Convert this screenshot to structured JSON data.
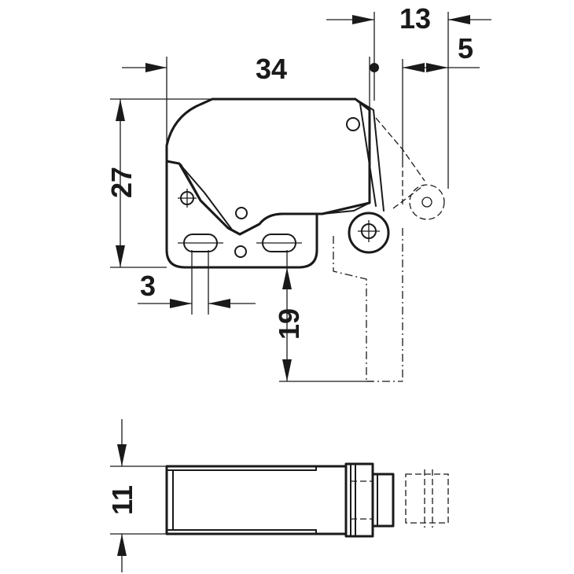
{
  "dimensions": {
    "width_overall": "34",
    "height_overall": "27",
    "roller_offset": "13",
    "roller_travel": "5",
    "slot_width": "3",
    "mounting_height": "19",
    "thickness": "11"
  }
}
